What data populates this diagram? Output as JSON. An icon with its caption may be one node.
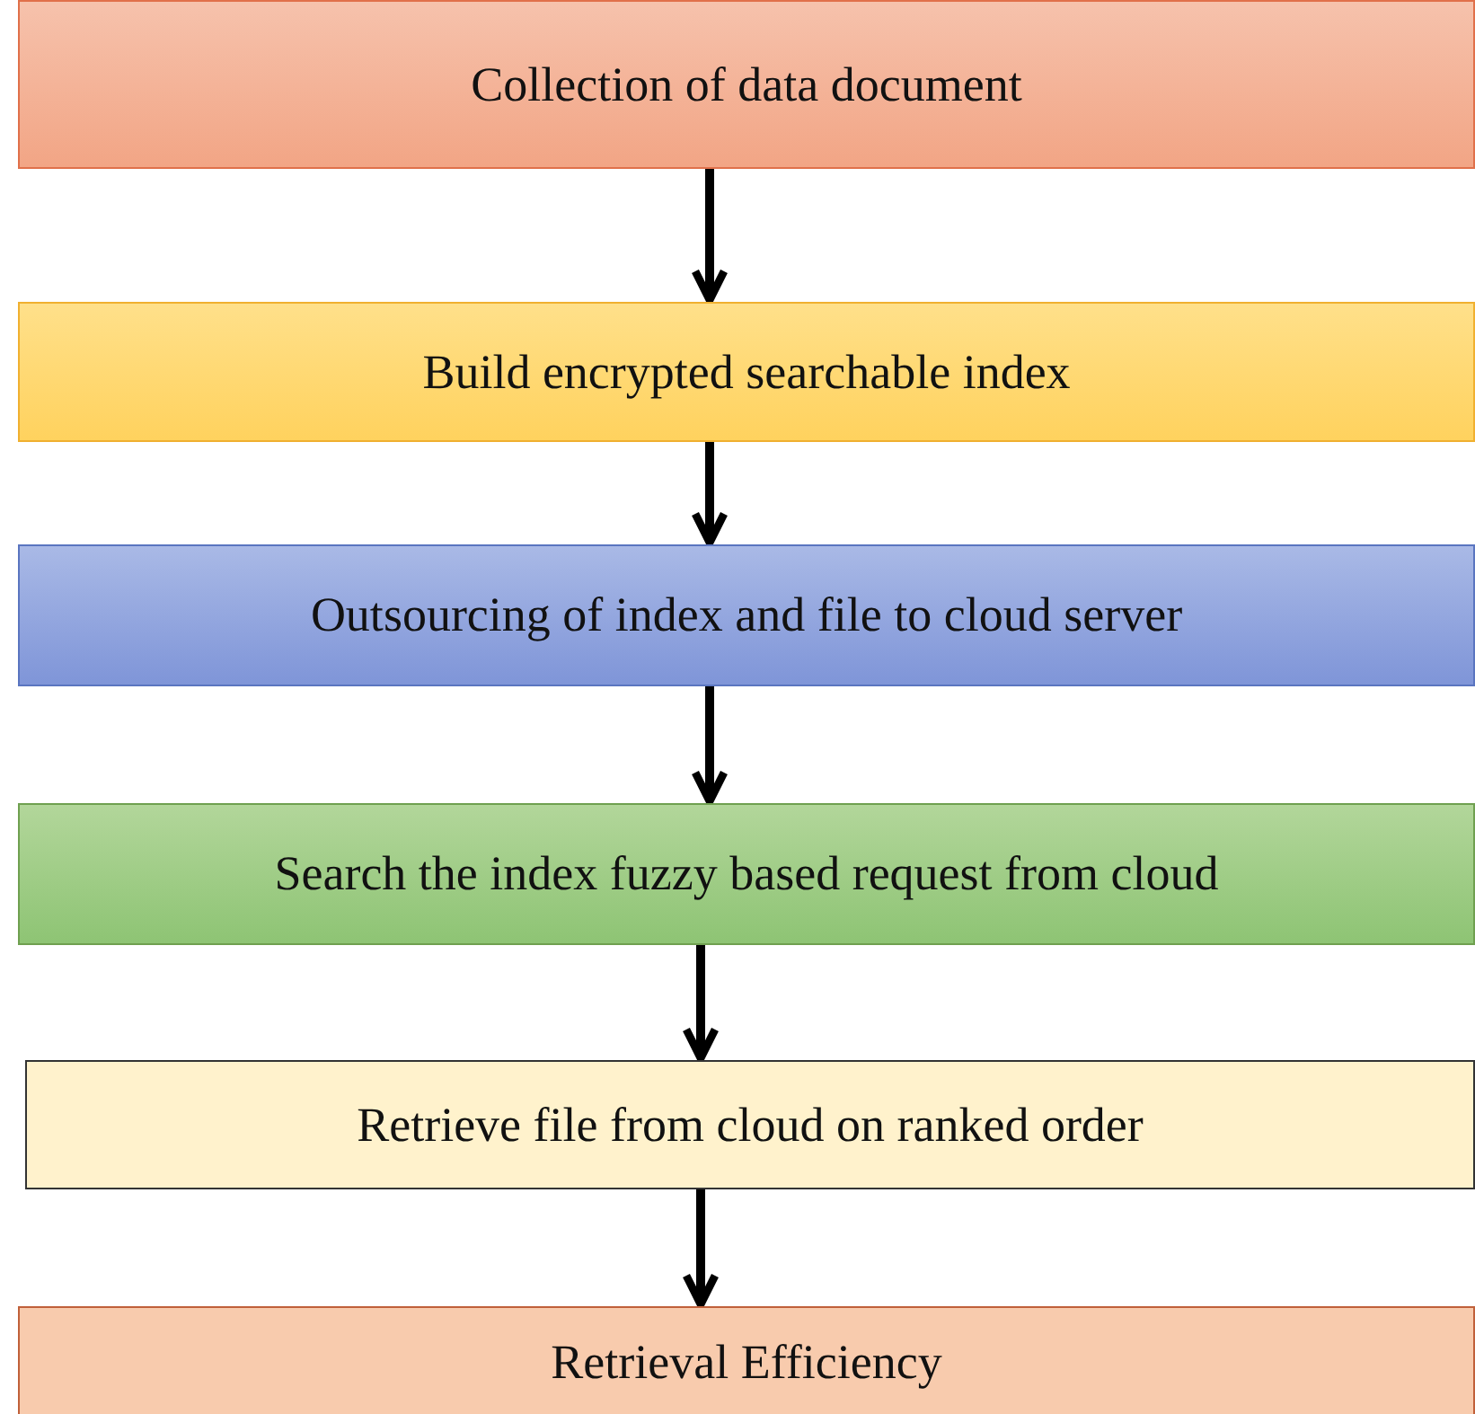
{
  "diagram": {
    "nodes": [
      {
        "text": [
          "Collection of data document"
        ]
      },
      {
        "text": [
          "Build encrypted searchable index"
        ]
      },
      {
        "text": [
          "Outsourcing of index and file to cloud server"
        ]
      },
      {
        "text": [
          "Search the index fuzzy based request from cloud"
        ]
      },
      {
        "text": [
          "Retrieve file from cloud on ranked order"
        ]
      },
      {
        "text": [
          "Retrieval Efficiency"
        ]
      }
    ],
    "edges": [
      {
        "from": 0,
        "to": 1,
        "arrow": "to"
      },
      {
        "from": 1,
        "to": 2,
        "arrow": "to"
      },
      {
        "from": 2,
        "to": 3,
        "arrow": "to"
      },
      {
        "from": 3,
        "to": 4,
        "arrow": "to"
      },
      {
        "from": 4,
        "to": 5,
        "arrow": "to"
      }
    ]
  }
}
